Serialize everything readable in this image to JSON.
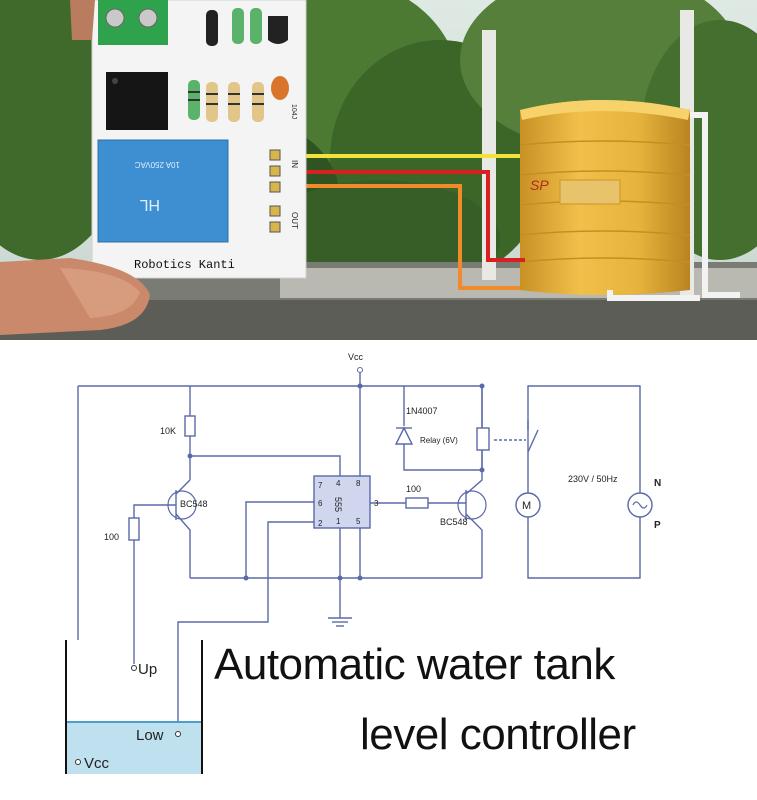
{
  "photo": {
    "board_brand": "Robotics Kanti",
    "board_in_label": "IN",
    "board_out_label": "OUT",
    "relay_text_1": "HL",
    "relay_text_2": "10A 250VAC",
    "cap_text": "104J",
    "tank_brand": "SP"
  },
  "schematic": {
    "vcc_top": "Vcc",
    "r_10k": "10K",
    "q1": "BC548",
    "r_100_left": "100",
    "ic": "555",
    "pin4": "4",
    "pin8": "8",
    "pin7": "7",
    "pin6": "6",
    "pin3": "3",
    "pin2": "2",
    "pin1": "1",
    "pin5": "5",
    "diode": "1N4007",
    "relay": "Relay (6V)",
    "r_100_base": "100",
    "q2": "BC548",
    "motor": "M",
    "supply": "230V / 50Hz",
    "n_label": "N",
    "p_label": "P",
    "probe_up": "Up",
    "probe_low": "Low",
    "probe_vcc": "Vcc"
  },
  "title": {
    "line1": "Automatic water tank",
    "line2": "level controller"
  },
  "colors": {
    "wire": "#5a6aa8",
    "water": "#bfe0ee",
    "pcb": "#f4f4f4",
    "relay": "#3d8fd1",
    "tank": "#e6b33c",
    "wire_yellow": "#f3e23a",
    "wire_red": "#d92020",
    "wire_orange": "#f08a2a"
  }
}
